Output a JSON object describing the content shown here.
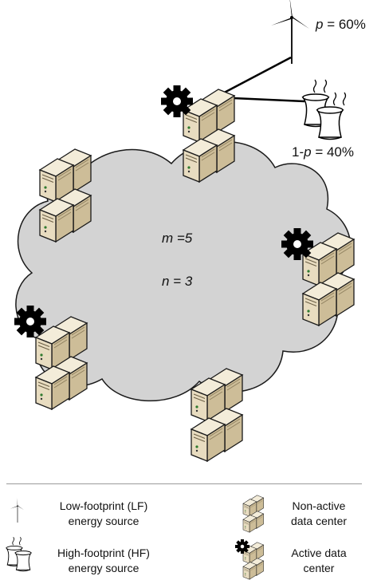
{
  "diagram": {
    "prob_lf": {
      "var": "p",
      "rest": " = 60%"
    },
    "prob_hf": {
      "pre": "1-",
      "var": "p",
      "rest": " = 40%"
    },
    "m_label": "m =5",
    "n_label": "n = 3"
  },
  "legend": {
    "lf": {
      "line1": "Low-footprint (LF)",
      "line2": "energy source"
    },
    "hf": {
      "line1": "High-footprint (HF)",
      "line2": "energy source"
    },
    "non_active": {
      "line1": "Non-active",
      "line2": "data center"
    },
    "active": {
      "line1": "Active data",
      "line2": "center"
    }
  },
  "colors": {
    "cloud_fill": "#d3d3d3",
    "server_face": "#e8dcc0",
    "server_side": "#cdbd98",
    "server_top": "#f3ecd9",
    "outline": "#1a1a1a"
  }
}
